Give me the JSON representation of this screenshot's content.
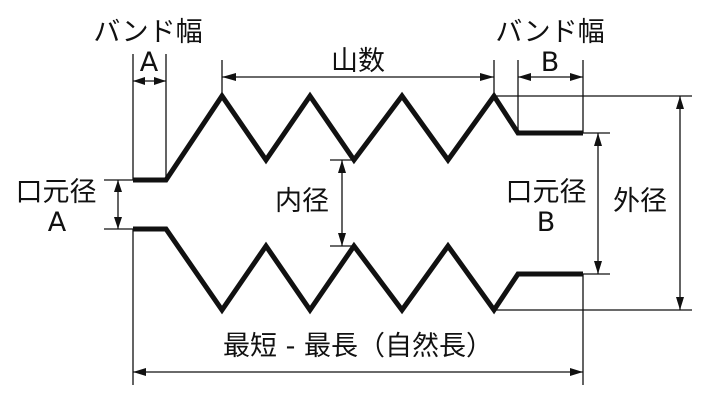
{
  "labels": {
    "band_width_a_title": "バンド幅",
    "band_width_a_letter": "A",
    "band_width_b_title": "バンド幅",
    "band_width_b_letter": "B",
    "pleat_count": "山数",
    "mouth_diameter_a_title": "口元径",
    "mouth_diameter_a_letter": "A",
    "inner_diameter": "内径",
    "mouth_diameter_b_title": "口元径",
    "mouth_diameter_b_letter": "B",
    "outer_diameter": "外径",
    "length_range": "最短 - 最長（自然長）"
  },
  "colors": {
    "line": "#111111",
    "background": "#ffffff"
  }
}
